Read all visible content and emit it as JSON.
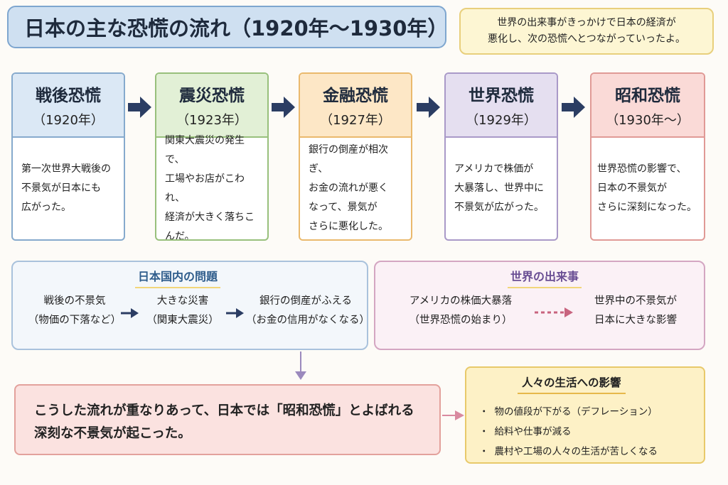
{
  "title": "日本の主な恐慌の流れ（1920年〜1930年）",
  "note": "世界の出来事がきっかけで日本の経済が\n悪化し、次の恐慌へとつながっていったよ。",
  "crises": [
    {
      "name": "戦後恐慌",
      "year": "（1920年）",
      "desc": "第一次世界大戦後の\n不景気が日本にも\n広がった。"
    },
    {
      "name": "震災恐慌",
      "year": "（1923年）",
      "desc": "関東大震災の発生で、\n工場やお店がこわれ、\n経済が大きく落ちこ\nんだ。"
    },
    {
      "name": "金融恐慌",
      "year": "（1927年）",
      "desc": "銀行の倒産が相次ぎ、\nお金の流れが悪く\nなって、景気が\nさらに悪化した。"
    },
    {
      "name": "世界恐慌",
      "year": "（1929年）",
      "desc": "アメリカで株価が\n大暴落し、世界中に\n不景気が広がった。"
    },
    {
      "name": "昭和恐慌",
      "year": "（1930年〜）",
      "desc": "世界恐慌の影響で、\n日本の不景気が\nさらに深刻になった。"
    }
  ],
  "domestic": {
    "title": "日本国内の問題",
    "items": [
      {
        "main": "戦後の不景気",
        "sub": "（物価の下落など）"
      },
      {
        "main": "大きな災害",
        "sub": "（関東大震災）"
      },
      {
        "main": "銀行の倒産がふえる",
        "sub": "（お金の信用がなくなる）"
      }
    ]
  },
  "world": {
    "title": "世界の出来事",
    "items": [
      {
        "main": "アメリカの株価大暴落",
        "sub": "（世界恐慌の始まり）"
      },
      {
        "main": "世界中の不景気が",
        "sub": "日本に大きな影響"
      }
    ]
  },
  "conclusion": "こうした流れが重なりあって、日本では「昭和恐慌」とよばれる\n深刻な不景気が起こった。",
  "life": {
    "title": "人々の生活への影響",
    "bullet": "・",
    "items": [
      "物の値段が下がる（デフレーション）",
      "給料や仕事が減る",
      "農村や工場の人々の生活が苦しくなる"
    ]
  },
  "colors": {
    "arrow_dark": "#2b3d63",
    "arrow_purple": "#9b89bd",
    "arrow_pink": "#d98aa0",
    "arrow_dotted": "#c8647f"
  }
}
